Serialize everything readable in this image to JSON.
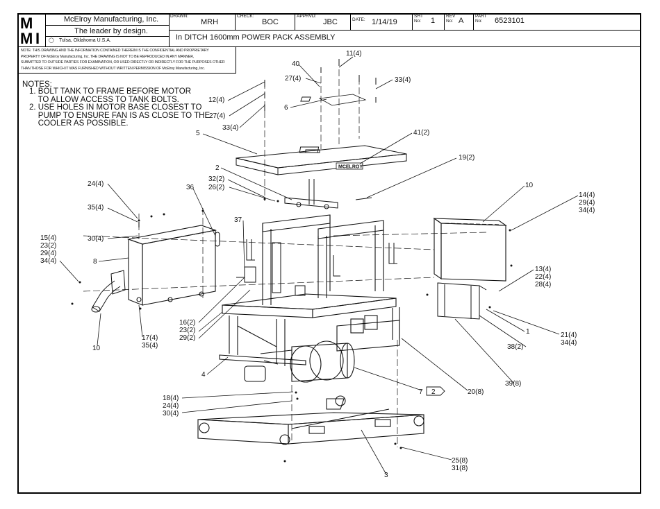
{
  "company": {
    "logo_letters": [
      "M",
      "M",
      "M",
      "I"
    ],
    "name": "McElroy Manufacturing, Inc.",
    "tagline": "The leader by design.",
    "location": "Tulsa, Oklahoma U.S.A."
  },
  "title_block": {
    "drawn_label": "DRAWN:",
    "drawn_value": "MRH",
    "check_label": "CHECK:",
    "check_value": "BOC",
    "apprvd_label": "APPRVD:",
    "apprvd_value": "JBC",
    "date_label": "DATE:",
    "date_value": "1/14/19",
    "sht_label": "SHT\nNo:",
    "sht_value": "1",
    "rev_label": "REV\nNo:",
    "rev_value": "A",
    "part_label": "PART\nNo:",
    "part_value": "6523101",
    "drawing_title": "In DITCH 1600mm POWER PACK ASSEMBLY"
  },
  "confidential_notice": [
    "NOTE: THIS DRAWING AND THE INFORMATION CONTAINED THEREIN IS THE CONFIDENTIAL AND PROPRIETARY",
    "PROPERTY OF McElroy Manufacturing, Inc. THE DRAWING IS NOT TO BE REPRODUCED IN ANY MANNER,",
    "SUBMITTED TO OUTSIDE PARTIES FOR EXAMINATION, OR USED DIRECTLY OR INDIRECTLY FOR THE PURPOSES OTHER",
    "THAN THOSE FOR WHICH IT WAS FURNISHED WITHOUT WRITTEN PERMISSION OF McElroy Manufacturing, Inc."
  ],
  "notes": {
    "heading": "NOTES:",
    "items": [
      "1. BOLT TANK TO FRAME BEFORE MOTOR",
      "    TO ALLOW ACCESS TO TANK BOLTS.",
      "2. USE HOLES IN MOTOR BASE CLOSEST TO",
      "    PUMP TO ENSURE FAN IS AS CLOSE TO THE",
      "    COOLER AS POSSIBLE."
    ]
  },
  "brand_plate": "MCELROY",
  "reference_flag": "2",
  "callouts": [
    {
      "id": "c11",
      "lines": [
        "11(4)"
      ]
    },
    {
      "id": "c40",
      "lines": [
        "40"
      ]
    },
    {
      "id": "c27a",
      "lines": [
        "27(4)"
      ]
    },
    {
      "id": "c33a",
      "lines": [
        "33(4)"
      ]
    },
    {
      "id": "c12",
      "lines": [
        "12(4)"
      ]
    },
    {
      "id": "c27b",
      "lines": [
        "27(4)"
      ]
    },
    {
      "id": "c33b",
      "lines": [
        "33(4)"
      ]
    },
    {
      "id": "c6",
      "lines": [
        "6"
      ]
    },
    {
      "id": "c5",
      "lines": [
        "5"
      ]
    },
    {
      "id": "c41",
      "lines": [
        "41(2)"
      ]
    },
    {
      "id": "c19",
      "lines": [
        "19(2)"
      ]
    },
    {
      "id": "c2",
      "lines": [
        "2"
      ]
    },
    {
      "id": "c32",
      "lines": [
        "32(2)",
        "26(2)"
      ]
    },
    {
      "id": "c10a",
      "lines": [
        "10"
      ]
    },
    {
      "id": "c14",
      "lines": [
        "14(4)",
        "29(4)",
        "34(4)"
      ]
    },
    {
      "id": "c24",
      "lines": [
        "24(4)"
      ]
    },
    {
      "id": "c35",
      "lines": [
        "35(4)"
      ]
    },
    {
      "id": "c36",
      "lines": [
        "36"
      ]
    },
    {
      "id": "c37",
      "lines": [
        "37"
      ]
    },
    {
      "id": "c30",
      "lines": [
        "30(4)"
      ]
    },
    {
      "id": "c15",
      "lines": [
        "15(4)",
        "23(2)",
        "29(4)",
        "34(4)"
      ]
    },
    {
      "id": "c8",
      "lines": [
        "8"
      ]
    },
    {
      "id": "c13",
      "lines": [
        "13(4)",
        "22(4)",
        "28(4)"
      ]
    },
    {
      "id": "c1",
      "lines": [
        "1"
      ]
    },
    {
      "id": "c21",
      "lines": [
        "21(4)",
        "34(4)"
      ]
    },
    {
      "id": "c16",
      "lines": [
        "16(2)",
        "23(2)",
        "29(2)"
      ]
    },
    {
      "id": "c17",
      "lines": [
        "17(4)",
        "35(4)"
      ]
    },
    {
      "id": "c10b",
      "lines": [
        "10"
      ]
    },
    {
      "id": "c38",
      "lines": [
        "38(2)"
      ]
    },
    {
      "id": "c4",
      "lines": [
        "4"
      ]
    },
    {
      "id": "c39",
      "lines": [
        "39(8)"
      ]
    },
    {
      "id": "c7",
      "lines": [
        "7"
      ]
    },
    {
      "id": "c20",
      "lines": [
        "20(8)"
      ]
    },
    {
      "id": "c18",
      "lines": [
        "18(4)",
        "24(4)",
        "30(4)"
      ]
    },
    {
      "id": "c25",
      "lines": [
        "25(8)",
        "31(8)"
      ]
    },
    {
      "id": "c3",
      "lines": [
        "3"
      ]
    }
  ],
  "colors": {
    "ink": "#111111",
    "paper": "#ffffff"
  }
}
